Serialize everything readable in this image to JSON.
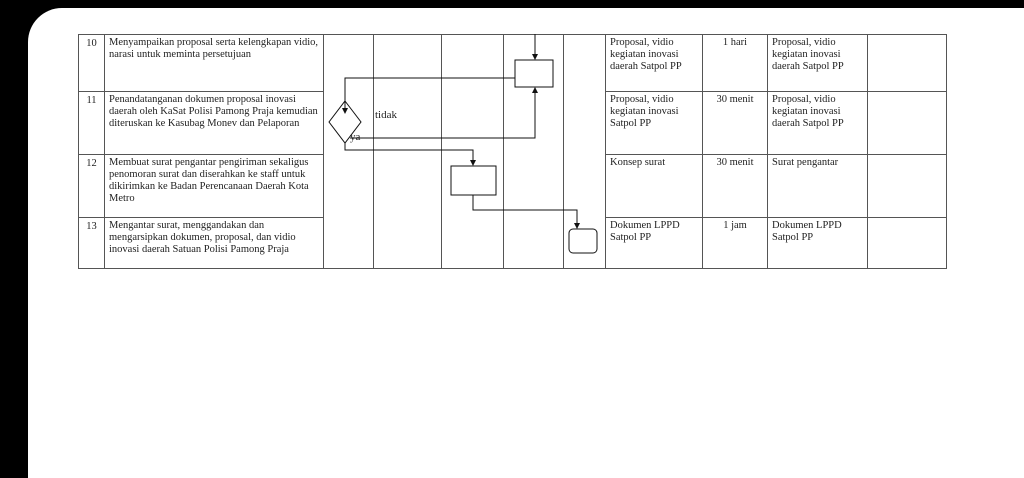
{
  "rows": [
    {
      "no": "10",
      "activity": "Menyampaikan proposal serta kelengkapan vidio, narasi untuk meminta persetujuan",
      "input": "Proposal, vidio kegiatan inovasi daerah Satpol PP",
      "time": "1 hari",
      "output": "Proposal, vidio kegiatan inovasi daerah Satpol PP",
      "note": ""
    },
    {
      "no": "11",
      "activity": "Penandatanganan dokumen proposal inovasi daerah oleh KaSat Polisi Pamong Praja kemudian diteruskan ke Kasubag Monev dan Pelaporan",
      "input": "Proposal, vidio kegiatan inovasi Satpol PP",
      "time": "30 menit",
      "output": "Proposal, vidio kegiatan inovasi daerah Satpol PP",
      "note": ""
    },
    {
      "no": "12",
      "activity": "Membuat surat pengantar pengiriman sekaligus penomoran surat dan diserahkan ke staff untuk dikirimkan ke Badan Perencanaan Daerah Kota Metro",
      "input": "Konsep surat",
      "time": "30 menit",
      "output": "Surat pengantar",
      "note": ""
    },
    {
      "no": "13",
      "activity": "Mengantar surat, menggandakan dan mengarsipkan dokumen, proposal, dan vidio inovasi daerah Satuan Polisi Pamong Praja",
      "input": "Dokumen LPPD Satpol PP",
      "time": "1 jam",
      "output": "Dokumen LPPD Satpol PP",
      "note": ""
    }
  ],
  "flow": {
    "no_label": "tidak",
    "yes_label": "ya"
  }
}
